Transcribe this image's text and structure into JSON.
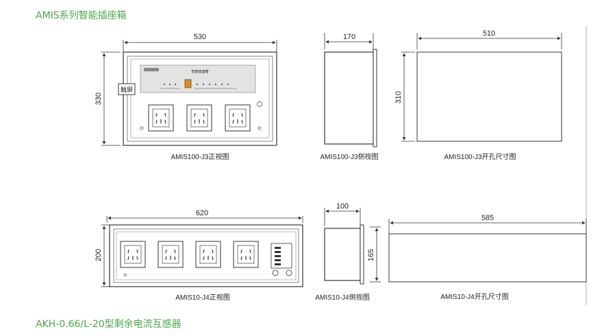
{
  "headings": {
    "top": "AMIS系列智能插座箱",
    "bottom": "AKH-0.66/L-20型剩余电流互感器"
  },
  "j3": {
    "front": {
      "width": "530",
      "height": "330",
      "caption": "AMIS100-J3正视图",
      "panel_title": "智能插座箱",
      "side_label": "触屏"
    },
    "side": {
      "width": "170",
      "caption": "AMIS100-J3侧视图"
    },
    "cutout": {
      "width": "510",
      "height": "310",
      "caption": "AMIS100-J3开孔尺寸图"
    }
  },
  "j4": {
    "front": {
      "width": "620",
      "height": "200",
      "caption": "AMIS10-J4正视图"
    },
    "side": {
      "width": "100",
      "height": "165",
      "caption": "AMIS10-J4侧视图"
    },
    "cutout": {
      "width": "585",
      "caption": "AMIS10-J4开孔尺寸图"
    }
  },
  "colors": {
    "heading": "#4aa64a",
    "line": "#333333",
    "panel": "#e3e3e3",
    "accent_orange": "#e08a1e"
  }
}
